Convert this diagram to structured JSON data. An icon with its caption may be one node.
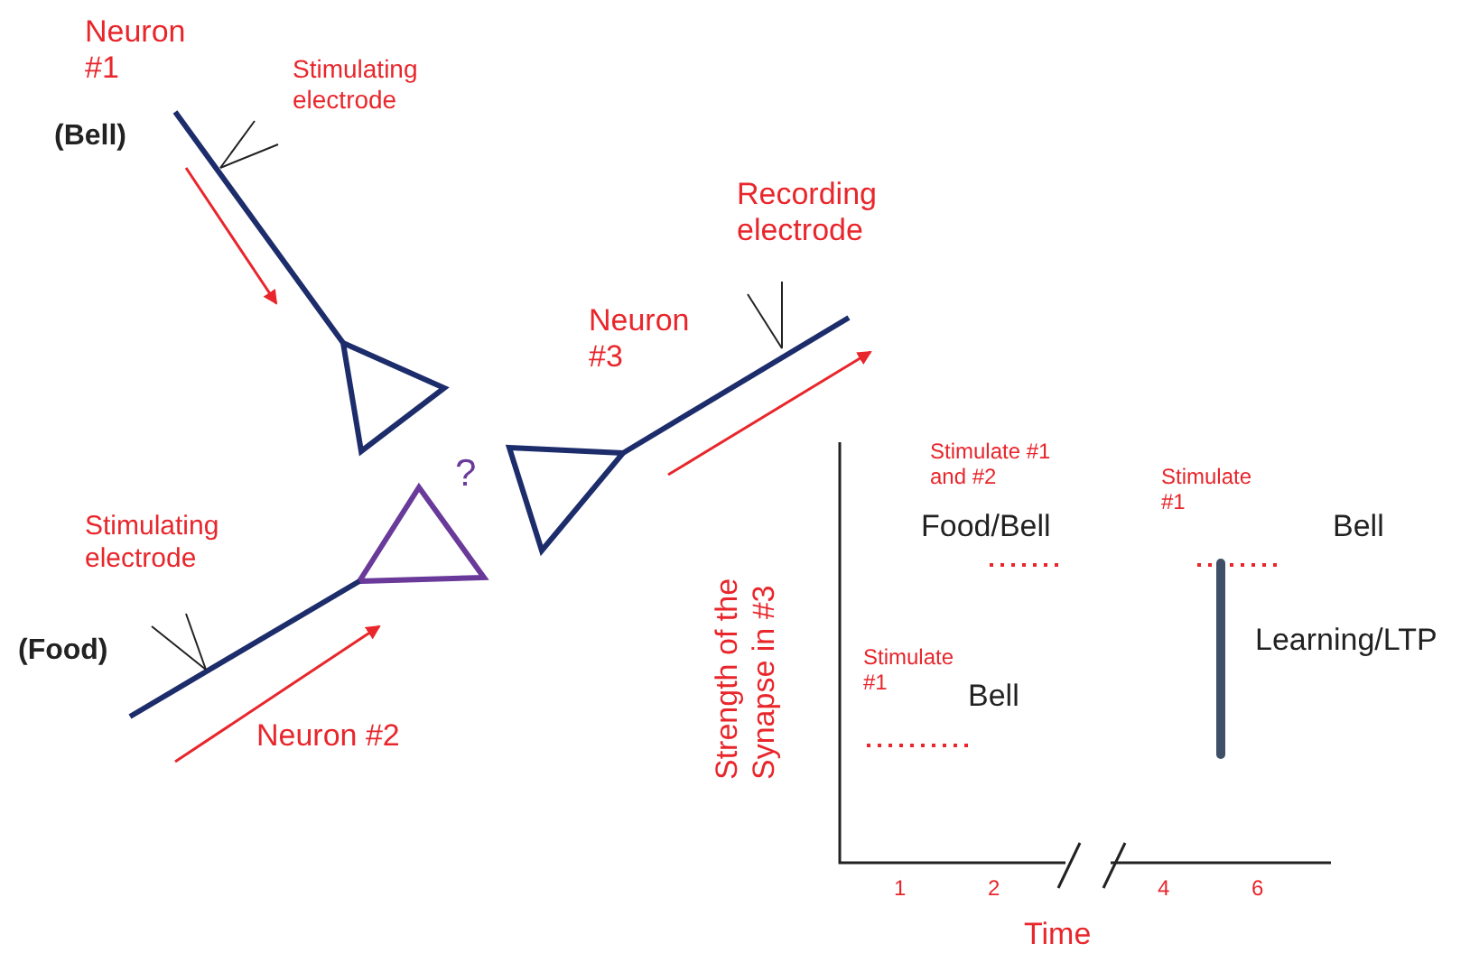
{
  "diagram": {
    "labels": [
      "Neuron #1",
      "Stimulating electrode",
      "(Bell)",
      "Recording electrode",
      "Neuron #3",
      "?",
      "Stimulate #1 and #2",
      "Stimulate #1",
      "Stimulating electrode",
      "Food/Bell",
      "Bell",
      "(Food)",
      "Learning/LTP",
      "Stimulate #1",
      "Bell",
      "Strength of the Synapse in #3",
      "Neuron #2",
      "1",
      "2",
      "4",
      "6",
      "Time"
    ]
  }
}
